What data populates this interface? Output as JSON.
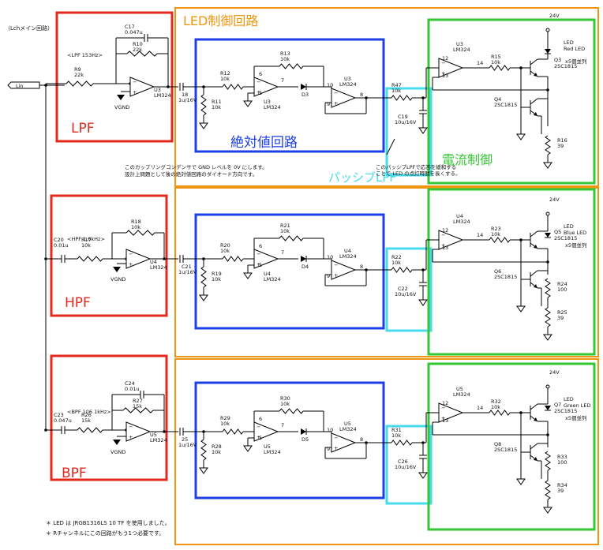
{
  "diagram": {
    "main_title": "（Lchメイン回路）",
    "input_label": "Lin",
    "colors": {
      "orange": "#f0950f",
      "red": "#e4281e",
      "blue": "#1e3ee6",
      "cyan": "#47dbeb",
      "green": "#33c733"
    },
    "block_labels": {
      "led_control": "LED制御回路",
      "lpf": "LPF",
      "hpf": "HPF",
      "bpf": "BPF",
      "abs": "絶対値回路",
      "passive_lpf": "パッシブLPF",
      "current": "電流制御"
    },
    "notes": {
      "coupling_note_1": "このカップリングコンデンサで GND レベルを 0V にします。",
      "coupling_note_2": "設計上問題として後の絶対値回路のダイオード方向です。",
      "lpf_note_1": "このパッシブLPFで応答を緩和する",
      "lpf_note_2": "ことで LED の点灯時間を長くする。",
      "footer_1": "＊ LED は JRGB1316LS 10 TF を使用しました。",
      "footer_2": "＊ Rチャンネルにこの回路がもう1つ必要です。"
    },
    "common": {
      "vgnd": "VGND",
      "v24": "24V",
      "opamp": "LM324",
      "diode_no": "5",
      "abs_r": "10k",
      "transistor": "2SC1815",
      "cap_ac": "1u/16V",
      "cap_lpf": "10u/16V",
      "led_sub": "x5個並列"
    },
    "rows": [
      {
        "filter_title": "<LPF 153Hz>",
        "cf_name": "C17",
        "cf_val": "0.047u",
        "rf_name": "R10",
        "rf_val": "22k",
        "ri_name": "R9",
        "ri_val": "22k",
        "u": "U3",
        "cc_name": "18",
        "r_bias": "R11",
        "r_bias_val": "10k",
        "abs_in": "R12",
        "abs_fb": "R13",
        "u2": "U3",
        "diode": "D3",
        "pin_a": "6",
        "pin_b": "5",
        "pin_out": "7",
        "pin_c": "10",
        "pin_d": "9",
        "pin_o2": "8",
        "p_r": "R47",
        "p_r_val": "10k",
        "p_c": "C19",
        "p_c_val": "10u/16V",
        "u3": "U3",
        "pin_e": "12",
        "pin_f": "13",
        "pin_o3": "14",
        "rb_name": "R15",
        "rb_val": "10k",
        "led": "LED",
        "led_color": "Red LED",
        "q_top": "Q3",
        "q_bot": "Q4",
        "re_name": "R16",
        "re_val": "39",
        "r_mid": "",
        "r_mid_val": ""
      },
      {
        "filter_title": "<HPF 1.6kHz>",
        "cf_name": "C20",
        "cf_val": "0.01u",
        "rf_name": "R18",
        "rf_val": "10k",
        "ri_name": "R17",
        "ri_val": "10k",
        "u": "U4",
        "cc_name": "C21",
        "r_bias": "R19",
        "r_bias_val": "10k",
        "abs_in": "R20",
        "abs_fb": "R21",
        "u2": "U4",
        "diode": "D4",
        "pin_a": "6",
        "pin_b": "5",
        "pin_out": "7",
        "pin_c": "10",
        "pin_d": "9",
        "pin_o2": "8",
        "p_r": "R22",
        "p_r_val": "10k",
        "p_c": "C22",
        "p_c_val": "10u/16V",
        "u3": "U4",
        "pin_e": "12",
        "pin_f": "13",
        "pin_o3": "14",
        "rb_name": "R23",
        "rb_val": "10k",
        "led": "LED",
        "led_color": "Blue LED",
        "q_top": "Q5",
        "q_bot": "Q6",
        "re_name": "R25",
        "re_val": "39",
        "r_mid": "R24",
        "r_mid_val": "100"
      },
      {
        "filter_title": "<BPF 106 1kHz>",
        "cf_name": "C24",
        "cf_val": "0.01u",
        "rf_name": "R27",
        "rf_val": "15k",
        "ri_name": "R26",
        "ri_val": "15k",
        "u": "U5",
        "cc_name": "25",
        "r_bias": "R28",
        "r_bias_val": "10k",
        "abs_in": "R29",
        "abs_fb": "R30",
        "u2": "U5",
        "diode": "D5",
        "pin_a": "6",
        "pin_b": "5",
        "pin_out": "7",
        "pin_c": "10",
        "pin_d": "9",
        "pin_o2": "8",
        "p_r": "R31",
        "p_r_val": "10k",
        "p_c": "C26",
        "p_c_val": "10u/16V",
        "u3": "U5",
        "pin_e": "12",
        "pin_f": "13",
        "pin_o3": "14",
        "rb_name": "R32",
        "rb_val": "10k",
        "led": "LED",
        "led_color": "Green LED",
        "q_top": "Q7",
        "q_bot": "Q8",
        "re_name": "R34",
        "re_val": "39",
        "r_mid": "R33",
        "r_mid_val": "100",
        "c_in_name": "C23",
        "c_in_val": "0.047u"
      }
    ]
  }
}
